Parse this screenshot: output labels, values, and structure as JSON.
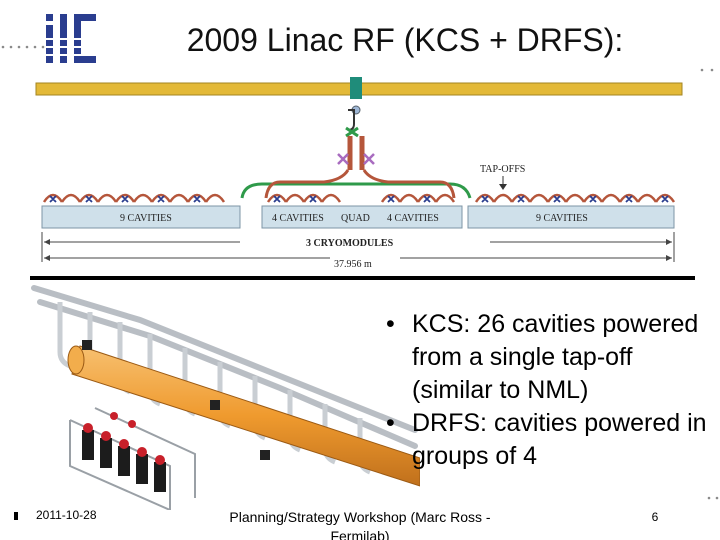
{
  "slide": {
    "title": "2009 Linac RF (KCS + DRFS):",
    "logo_icon": "ilc-logo",
    "colors": {
      "accent": "#2a3d8f",
      "waveguide_gold": "#e3b938",
      "cryomodule": "#cfe0ea",
      "pipe": "#b5563b",
      "pipe_green": "#2f9a4a"
    }
  },
  "diagram": {
    "label_left": "9 CAVITIES",
    "label_center_left": "4 CAVITIES",
    "label_quad": "QUAD",
    "label_center_right": "4 CAVITIES",
    "label_right": "9 CAVITIES",
    "label_modules": "3 CRYOMODULES",
    "label_length": "37.956 m",
    "label_tapoffs": "TAP-OFFS"
  },
  "bullets": [
    {
      "text": "KCS: 26 cavities powered from a single tap-off (similar to NML)"
    },
    {
      "text": "DRFS: cavities powered in groups of 4"
    }
  ],
  "footer": {
    "date": "2011-10-28",
    "center": "Planning/Strategy Workshop (Marc Ross - Fermilab)",
    "page": "6"
  }
}
